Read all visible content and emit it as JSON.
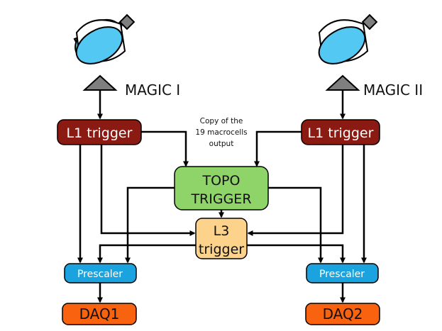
{
  "telescopes": {
    "left_label": "MAGIC I",
    "right_label": "MAGIC II"
  },
  "boxes": {
    "l1_left": "L1 trigger",
    "l1_right": "L1 trigger",
    "topo_line1": "TOPO",
    "topo_line2": "TRIGGER",
    "l3_line1": "L3",
    "l3_line2": "trigger",
    "prescaler_left": "Prescaler",
    "prescaler_right": "Prescaler",
    "daq_left": "DAQ1",
    "daq_right": "DAQ2"
  },
  "annotation": {
    "line1": "Copy of the",
    "line2": "19 macrocells",
    "line3": "output"
  },
  "colors": {
    "l1_trigger": "#8b1a12",
    "topo_trigger": "#8fd468",
    "l3_trigger": "#fdd28a",
    "prescaler": "#1aa3de",
    "daq": "#f9620e",
    "dish": "#52c8f2",
    "camera": "#7f7f7f"
  }
}
